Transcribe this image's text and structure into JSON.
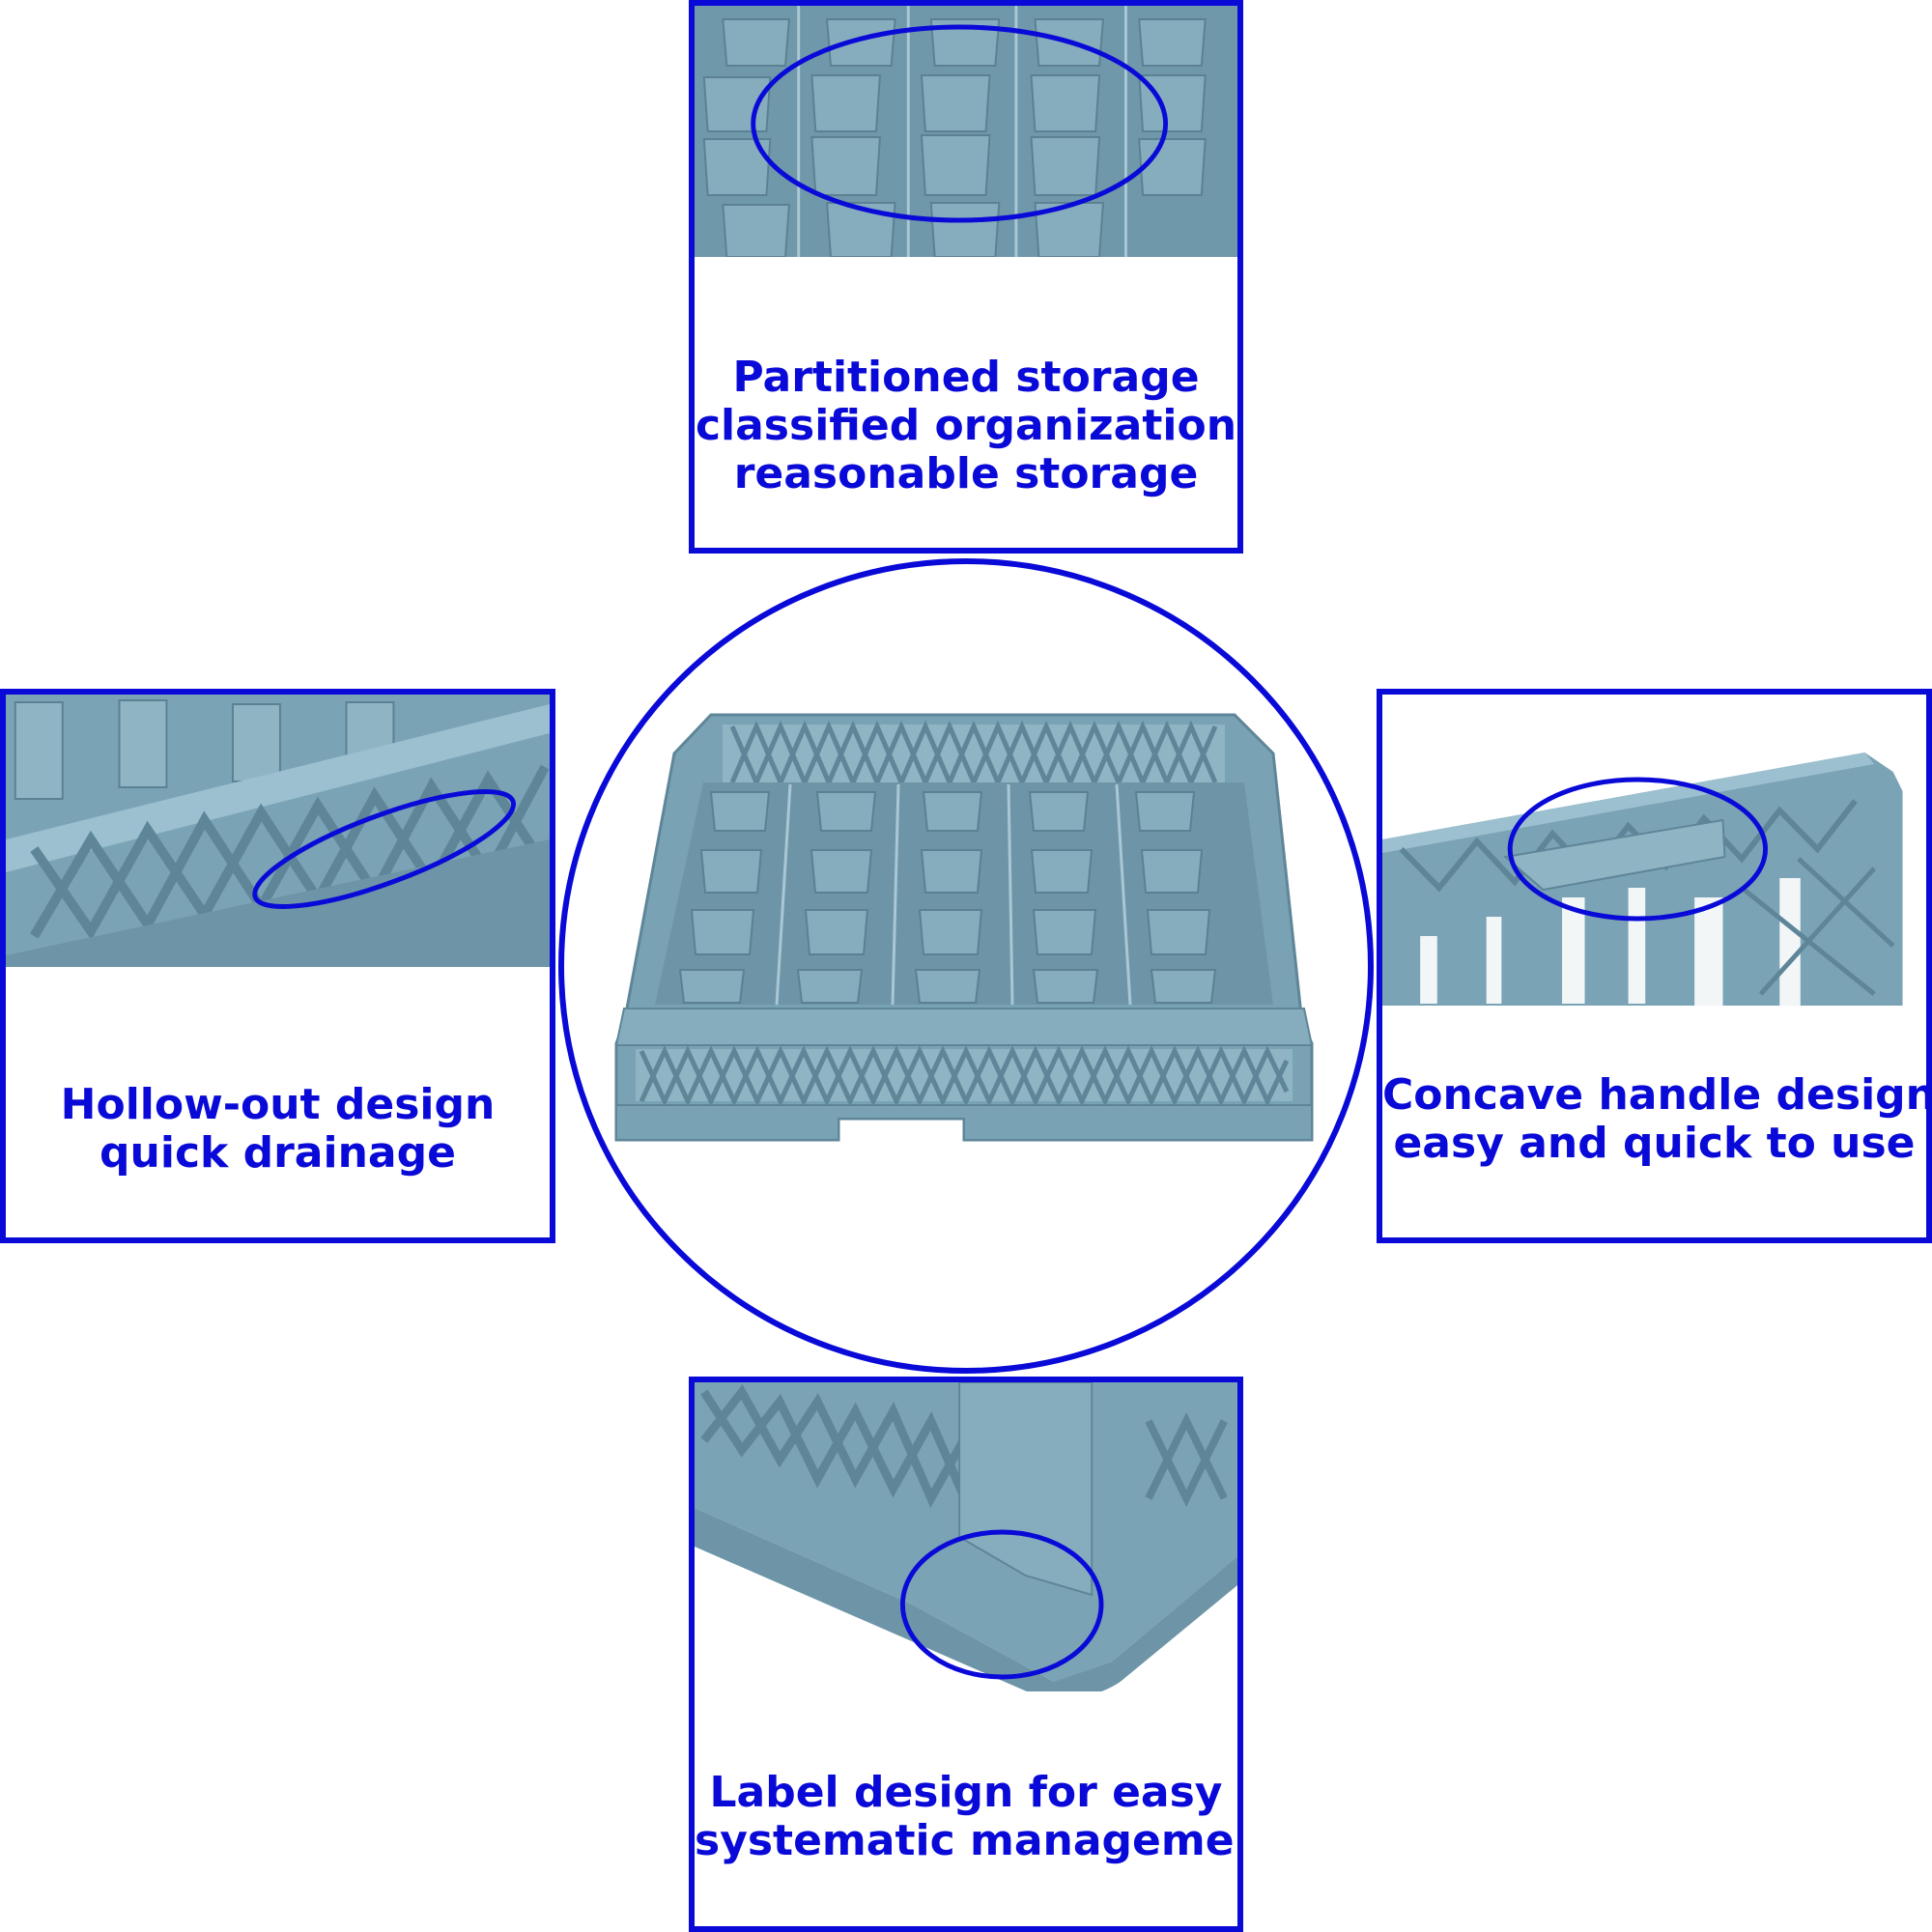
{
  "colors": {
    "accent": "#0a0ad8",
    "rack_plastic": "#79a3b5",
    "rack_shadow": "#5f8698",
    "rack_highlight": "#9cc0cf",
    "background": "#ffffff"
  },
  "features": {
    "partitioned": {
      "icon": "partition-grid-closeup",
      "lines": [
        "Partitioned storage",
        "classified organization",
        "reasonable storage"
      ]
    },
    "hollow_out": {
      "icon": "lattice-wall-closeup",
      "lines": [
        "Hollow-out design",
        "quick drainage"
      ]
    },
    "handle": {
      "icon": "handle-closeup",
      "lines": [
        "Concave handle design",
        "easy and quick to use"
      ]
    },
    "label": {
      "icon": "corner-label-closeup",
      "lines": [
        "Label design for easy",
        "systematic management"
      ]
    }
  },
  "product": {
    "icon": "dish-rack-20-compartment"
  }
}
